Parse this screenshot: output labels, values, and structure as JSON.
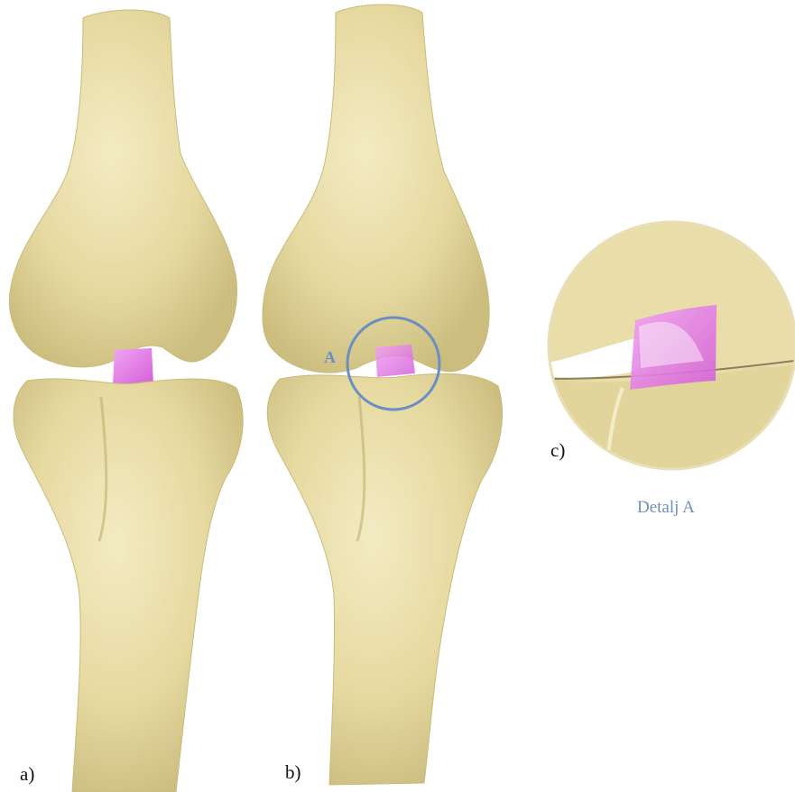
{
  "labels": {
    "a": "a)",
    "b": "b)",
    "c": "c)",
    "marker": "A",
    "detail": "Detalj A"
  },
  "colors": {
    "bone": "#e6d9a0",
    "bone_shadow": "#cbbd7e",
    "ligament": "#e57ee8",
    "accent": "#6b8fc2"
  }
}
